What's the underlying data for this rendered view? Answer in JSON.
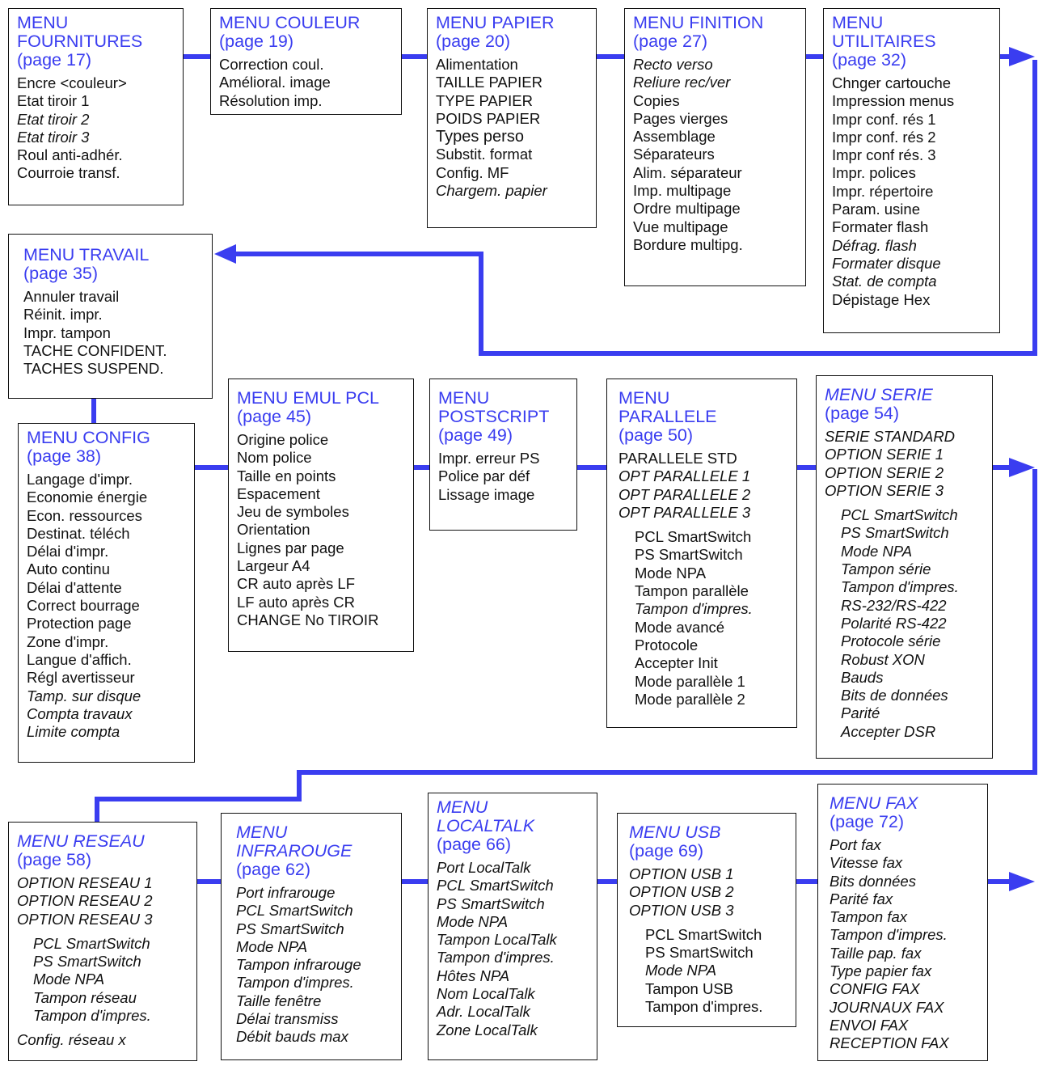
{
  "menus": {
    "fournitures": {
      "title": [
        "MENU",
        "FOURNITURES"
      ],
      "page": "(page 17)",
      "items": [
        "Encre <couleur>",
        "Etat tiroir 1",
        "Etat tiroir 2",
        "Etat tiroir 3",
        "Roul anti-adhér.",
        "Courroie transf."
      ]
    },
    "couleur": {
      "title": [
        "MENU COULEUR"
      ],
      "page": "(page 19)",
      "items": [
        "Correction coul.",
        "Amélioral. image",
        "Résolution imp."
      ]
    },
    "papier": {
      "title": [
        "MENU PAPIER"
      ],
      "page": "(page 20)",
      "items": [
        "Alimentation",
        "TAILLE PAPIER",
        "TYPE PAPIER",
        "POIDS PAPIER",
        "Types perso",
        "Substit. format",
        "Config. MF",
        "Chargem. papier"
      ]
    },
    "finition": {
      "title": [
        "MENU FINITION"
      ],
      "page": "(page 27)",
      "items": [
        "Recto verso",
        "Reliure rec/ver",
        "Copies",
        "Pages vierges",
        "Assemblage",
        "Séparateurs",
        "Alim. séparateur",
        "Imp. multipage",
        "Ordre multipage",
        "Vue multipage",
        "Bordure multipg."
      ]
    },
    "utilitaires": {
      "title": [
        "MENU",
        "UTILITAIRES"
      ],
      "page": "(page 32)",
      "items": [
        "Chnger cartouche",
        "Impression menus",
        "Impr conf. rés 1",
        "Impr conf. rés 2",
        "Impr conf rés. 3",
        "Impr. polices",
        "Impr. répertoire",
        "Param. usine",
        "Formater flash",
        "Défrag. flash",
        "Formater disque",
        "Stat. de compta",
        "Dépistage Hex"
      ]
    },
    "travail": {
      "title": [
        "MENU TRAVAIL"
      ],
      "page": "(page 35)",
      "items": [
        "Annuler travail",
        "Réinit. impr.",
        "Impr. tampon",
        "TACHE CONFIDENT.",
        "TACHES SUSPEND."
      ]
    },
    "config": {
      "title": [
        "MENU CONFIG"
      ],
      "page": "(page 38)",
      "items": [
        "Langage d'impr.",
        "Economie énergie",
        "Econ. ressources",
        "Destinat. téléch",
        "Délai d'impr.",
        "Auto continu",
        "Délai d'attente",
        "Correct bourrage",
        "Protection page",
        "Zone d'impr.",
        "Langue d'affich.",
        "Régl avertisseur",
        "Tamp. sur disque",
        "Compta travaux",
        "Limite compta"
      ]
    },
    "emulpcl": {
      "title": [
        "MENU EMUL PCL"
      ],
      "page": "(page 45)",
      "items": [
        "Origine police",
        "Nom police",
        "Taille en points",
        "Espacement",
        "Jeu de symboles",
        "Orientation",
        "Lignes par page",
        "Largeur A4",
        "CR auto après LF",
        "LF auto après CR",
        "CHANGE No TIROIR"
      ]
    },
    "postscript": {
      "title": [
        "MENU",
        "POSTSCRIPT"
      ],
      "page": "(page 49)",
      "items": [
        "Impr. erreur PS",
        "Police par déf",
        "Lissage image"
      ]
    },
    "parallele": {
      "title": [
        "MENU",
        "PARALLELE"
      ],
      "page": "(page 50)",
      "items": [
        "PARALLELE STD",
        "OPT PARALLELE 1",
        "OPT PARALLELE 2",
        "OPT PARALLELE 3"
      ],
      "subitems": [
        "PCL SmartSwitch",
        "PS SmartSwitch",
        "Mode NPA",
        "Tampon parallèle",
        "Tampon d'impres.",
        "Mode avancé",
        "Protocole",
        "Accepter Init",
        "Mode parallèle 1",
        "Mode parallèle 2"
      ]
    },
    "serie": {
      "title": [
        "MENU SERIE"
      ],
      "page": "(page 54)",
      "items": [
        "SERIE STANDARD",
        "OPTION SERIE 1",
        "OPTION SERIE 2",
        "OPTION SERIE 3"
      ],
      "subitems": [
        "PCL SmartSwitch",
        "PS SmartSwitch",
        "Mode NPA",
        "Tampon série",
        "Tampon d'impres.",
        "RS-232/RS-422",
        "Polarité RS-422",
        "Protocole série",
        "Robust XON",
        "Bauds",
        "Bits de données",
        "Parité",
        "Accepter DSR"
      ]
    },
    "reseau": {
      "title": [
        "MENU RESEAU"
      ],
      "page": "(page 58)",
      "items": [
        "OPTION RESEAU 1",
        "OPTION RESEAU 2",
        "OPTION RESEAU 3"
      ],
      "subitems": [
        "PCL SmartSwitch",
        "PS SmartSwitch",
        "Mode NPA",
        "Tampon réseau",
        "Tampon d'impres."
      ],
      "footer": "Config. réseau x"
    },
    "infrarouge": {
      "title": [
        "MENU",
        "INFRAROUGE"
      ],
      "page": "(page 62)",
      "items": [
        "Port infrarouge",
        "PCL SmartSwitch",
        "PS SmartSwitch",
        "Mode NPA",
        "Tampon infrarouge",
        "Tampon d'impres.",
        "Taille fenêtre",
        "Délai transmiss",
        "Débit bauds max"
      ]
    },
    "localtalk": {
      "title": [
        "MENU",
        "LOCALTALK"
      ],
      "page": "(page 66)",
      "items": [
        "Port LocalTalk",
        "PCL SmartSwitch",
        "PS SmartSwitch",
        "Mode NPA",
        "Tampon LocalTalk",
        "Tampon d'impres.",
        "Hôtes NPA",
        "Nom LocalTalk",
        "Adr. LocalTalk",
        "Zone LocalTalk"
      ]
    },
    "usb": {
      "title": [
        "MENU USB"
      ],
      "page": "(page 69)",
      "items": [
        "OPTION USB 1",
        "OPTION USB 2",
        "OPTION USB 3"
      ],
      "subitems": [
        "PCL SmartSwitch",
        "PS SmartSwitch",
        "Mode NPA",
        "Tampon USB",
        "Tampon d'impres."
      ]
    },
    "fax": {
      "title": [
        "MENU FAX"
      ],
      "page": "(page 72)",
      "items": [
        "Port fax",
        "Vitesse fax",
        "Bits données",
        "Parité fax",
        "Tampon fax",
        "Tampon d'impres.",
        "Taille pap. fax",
        "Type papier fax",
        "CONFIG FAX",
        "JOURNAUX FAX",
        "ENVOI FAX",
        "RECEPTION FAX"
      ]
    }
  },
  "colors": {
    "title": "#3a3df0",
    "connector": "#3a3df0",
    "border": "#111111"
  }
}
